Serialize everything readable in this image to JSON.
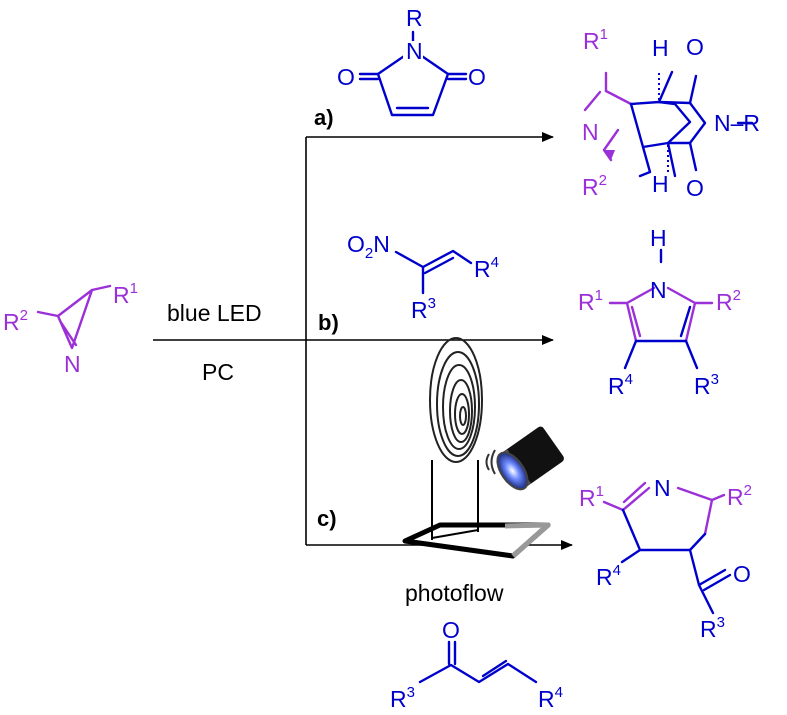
{
  "colors": {
    "reactant": "#9b30d8",
    "reagent": "#0000cc",
    "arrow": "#000000"
  },
  "reactant": {
    "r1": "R",
    "r1_sup": "1",
    "r2": "R",
    "r2_sup": "2",
    "n": "N"
  },
  "conditions": {
    "light": "blue LED",
    "catalyst": "PC"
  },
  "route_a": {
    "label": "a)",
    "reagent": {
      "r": "R",
      "n": "N",
      "o1": "O",
      "o2": "O"
    },
    "product": {
      "r1": "R",
      "r1_sup": "1",
      "r2": "R",
      "r2_sup": "2",
      "n_ring": "N",
      "n_imide": "N",
      "r": "–R",
      "o_top": "O",
      "o_bottom": "O",
      "h_top": "H",
      "h_bottom": "H"
    }
  },
  "route_b": {
    "label": "b)",
    "reagent": {
      "no2_o": "O",
      "no2_sub": "2",
      "no2_n": "N",
      "r3": "R",
      "r3_sup": "3",
      "r4": "R",
      "r4_sup": "4"
    },
    "product": {
      "h": "H",
      "n": "N",
      "r1": "R",
      "r1_sup": "1",
      "r2": "R",
      "r2_sup": "2",
      "r3": "R",
      "r3_sup": "3",
      "r4": "R",
      "r4_sup": "4"
    }
  },
  "route_c": {
    "label": "c)",
    "device_label": "photoflow",
    "device_icon": "photoflow-reactor-icon",
    "reagent": {
      "o": "O",
      "r3": "R",
      "r3_sup": "3",
      "r4": "R",
      "r4_sup": "4"
    },
    "product": {
      "n": "N",
      "o": "O",
      "r1": "R",
      "r1_sup": "1",
      "r2": "R",
      "r2_sup": "2",
      "r3": "R",
      "r3_sup": "3",
      "r4": "R",
      "r4_sup": "4"
    }
  }
}
